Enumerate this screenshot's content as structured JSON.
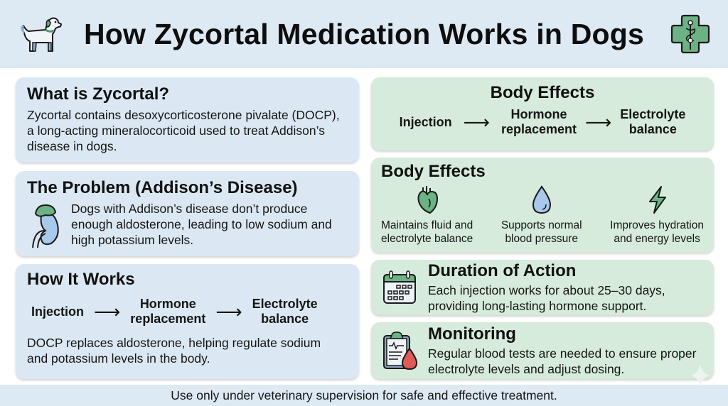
{
  "header": {
    "title": "How Zycortal Medication Works in Dogs",
    "left_icon": "dog-icon",
    "right_icon": "medical-cross-caduceus-icon"
  },
  "left_column": {
    "what_is": {
      "title": "What is Zycortal?",
      "body": "Zycortal contains desoxycorticosterone pivalate (DOCP), a long-acting mineralocorticoid used to treat Addison’s disease in dogs."
    },
    "problem": {
      "title": "The Problem (Addison’s Disease)",
      "icon": "kidney-adrenal-icon",
      "body": "Dogs with Addison’s disease don’t produce enough aldosterone, leading to low sodium and high potassium levels."
    },
    "how_it_works": {
      "title": "How It Works",
      "flow": [
        {
          "line1": "Injection",
          "line2": ""
        },
        {
          "line1": "Hormone",
          "line2": "replacement"
        },
        {
          "line1": "Electrolyte",
          "line2": "balance"
        }
      ],
      "arrow": "⟶",
      "body": "DOCP replaces aldosterone, helping regulate sodium and potassium levels in the body."
    }
  },
  "right_column": {
    "body_effects_flow": {
      "title": "Body Effects",
      "flow": [
        {
          "line1": "Injection",
          "line2": ""
        },
        {
          "line1": "Hormone",
          "line2": "replacement"
        },
        {
          "line1": "Electrolyte",
          "line2": "balance"
        }
      ],
      "arrow": "⟶"
    },
    "body_effects": {
      "title": "Body Effects",
      "items": [
        {
          "icon": "heart-icon",
          "line1": "Maintains fluid and",
          "line2": "electrolyte balance"
        },
        {
          "icon": "water-drop-icon",
          "line1": "Supports normal",
          "line2": "blood pressure"
        },
        {
          "icon": "lightning-bolt-icon",
          "line1": "Improves hydration",
          "line2": "and energy levels"
        }
      ]
    },
    "duration": {
      "title": "Duration of Action",
      "icon": "calendar-icon",
      "body": "Each injection works for about 25–30 days, providing long-lasting hormone support."
    },
    "monitoring": {
      "title": "Monitoring",
      "icon": "clipboard-blood-test-icon",
      "body": "Regular blood tests are needed to ensure proper electrolyte levels and adjust dosing."
    }
  },
  "footer": {
    "text": "Use only under veterinary supervision for safe and effective treatment."
  },
  "colors": {
    "header_bg": "#dde9f3",
    "blue_card": "#dbe8f3",
    "green_card": "#d6ebdb",
    "accent_green": "#5fae76",
    "accent_blue": "#9cc3e8",
    "accent_red": "#e05a5a"
  }
}
